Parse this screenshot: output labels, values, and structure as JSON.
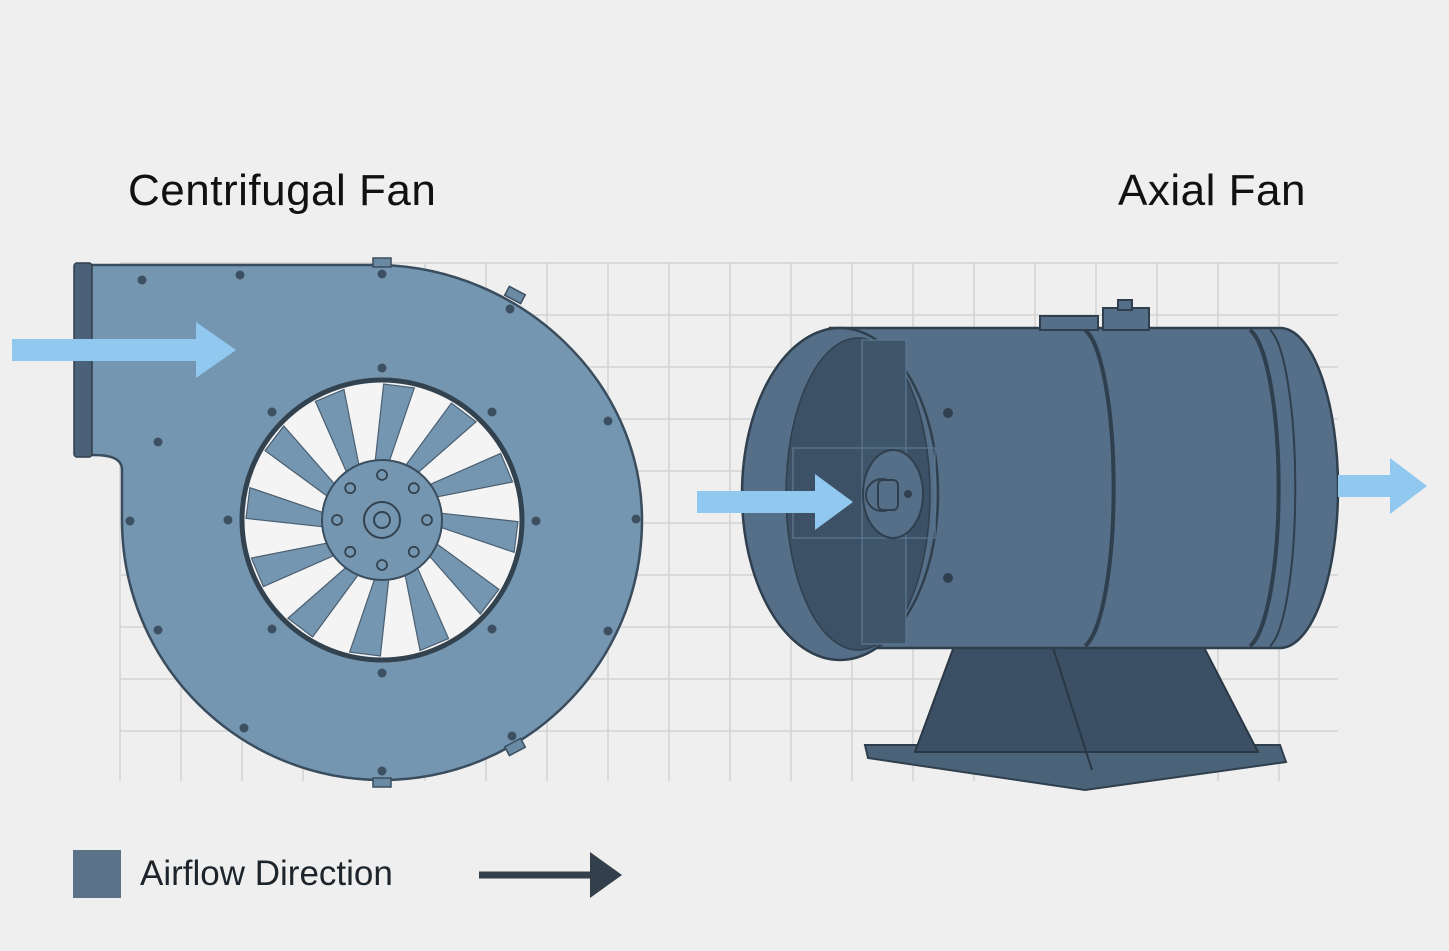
{
  "titles": {
    "left": "Centrifugal Fan",
    "right": "Axial Fan"
  },
  "legend": {
    "label": "Airflow Direction",
    "swatch_color": "#5b7389",
    "arrow_color": "#333f4a"
  },
  "colors": {
    "background": "#efefef",
    "grid": "#d4d4d4",
    "centrifugal_body": "#7596b0",
    "centrifugal_outline": "#3a4d5e",
    "axial_body": "#5a7590",
    "axial_dark": "#3c5165",
    "airflow_arrow": "#90c8f0"
  },
  "icons": {
    "centrifugal": "centrifugal-fan-icon",
    "axial": "axial-fan-icon",
    "airflow": "airflow-arrow-icon"
  }
}
